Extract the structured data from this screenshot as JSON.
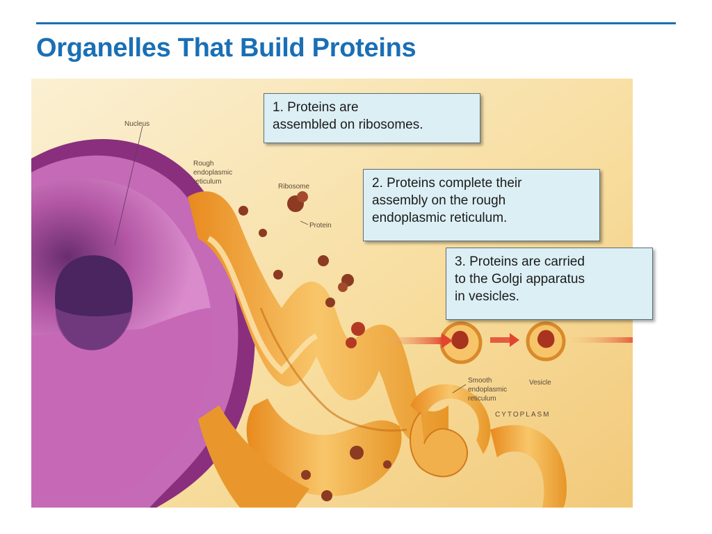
{
  "slide": {
    "title": "Organelles That Build Proteins"
  },
  "callouts": [
    {
      "lines": [
        "1. Proteins are",
        "assembled on ribosomes."
      ]
    },
    {
      "lines": [
        "2. Proteins complete their",
        "assembly on the rough",
        "endoplasmic reticulum."
      ]
    },
    {
      "lines": [
        "3. Proteins are carried",
        "to the Golgi apparatus",
        "in vesicles."
      ]
    }
  ],
  "figure_labels": {
    "nucleus": "Nucleus",
    "rough_er": [
      "Rough",
      "endoplasmic",
      "reticulum"
    ],
    "ribosome": "Ribosome",
    "protein": "Protein",
    "smooth_er": [
      "Smooth",
      "endoplasmic",
      "reticulum"
    ],
    "vesicle": "Vesicle",
    "cytoplasm": "CYTOPLASM"
  },
  "colors": {
    "title": "#1a6fb5",
    "callout_bg": "#dceff5",
    "nucleus": "#9b3a8c",
    "er": "#f0a63a",
    "background": "#f8e3ad",
    "arrow": "#e2452f"
  }
}
